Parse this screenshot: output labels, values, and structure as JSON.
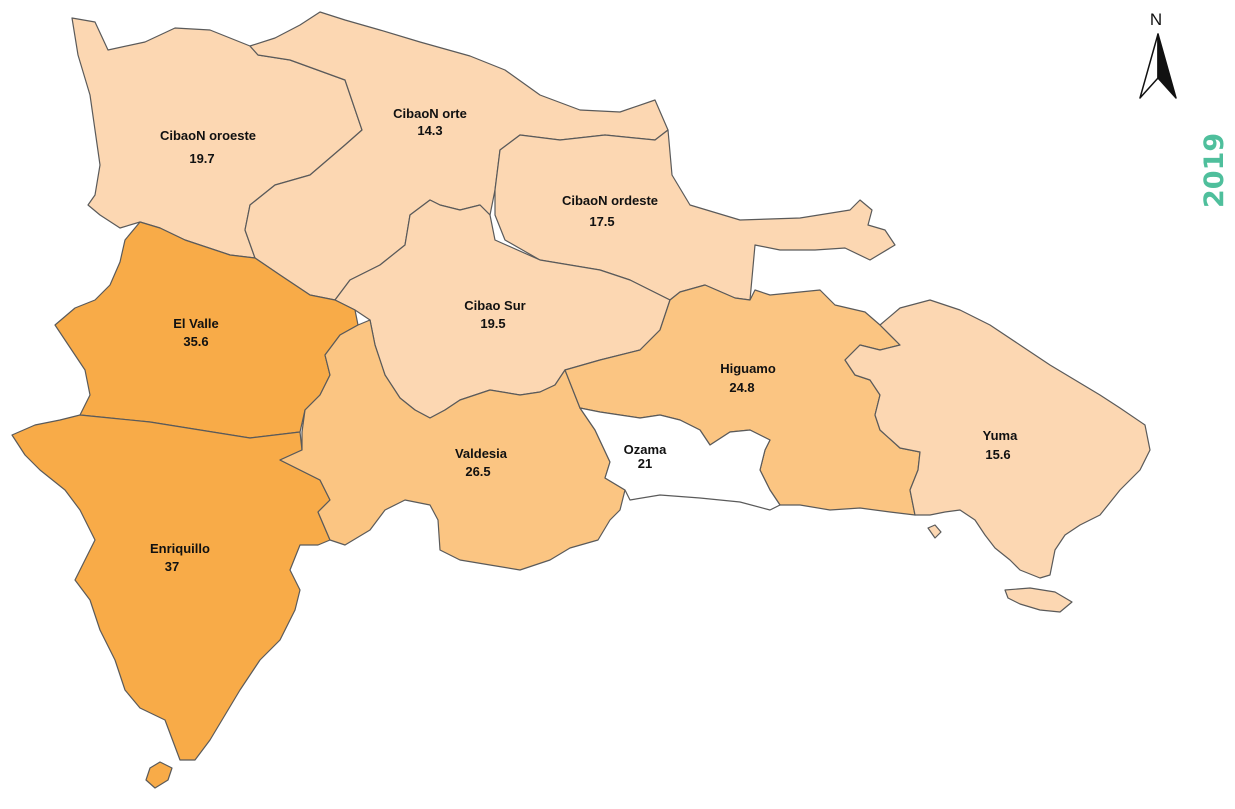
{
  "year": "2019",
  "year_color": "#4fbf9c",
  "north_arrow": {
    "label": "N",
    "icon": "north-arrow-icon"
  },
  "colors": {
    "light": "#fcd7b2",
    "medium": "#fbc582",
    "dark": "#f8ab48",
    "none": "#ffffff",
    "border": "#5a5a5a"
  },
  "regions": [
    {
      "id": "cibao-noroeste",
      "name": "CibaoN oroeste",
      "value": "19.7",
      "fill": "light"
    },
    {
      "id": "cibao-norte",
      "name": "CibaoN orte",
      "value": "14.3",
      "fill": "light"
    },
    {
      "id": "cibao-nordeste",
      "name": "CibaoN ordeste",
      "value": "17.5",
      "fill": "light"
    },
    {
      "id": "cibao-sur",
      "name": "Cibao Sur",
      "value": "19.5",
      "fill": "light"
    },
    {
      "id": "el-valle",
      "name": "El Valle",
      "value": "35.6",
      "fill": "dark"
    },
    {
      "id": "enriquillo",
      "name": "Enriquillo",
      "value": "37",
      "fill": "dark"
    },
    {
      "id": "valdesia",
      "name": "Valdesia",
      "value": "26.5",
      "fill": "medium"
    },
    {
      "id": "higuamo",
      "name": "Higuamo",
      "value": "24.8",
      "fill": "medium"
    },
    {
      "id": "ozama",
      "name": "Ozama",
      "value": "21",
      "fill": "none"
    },
    {
      "id": "yuma",
      "name": "Yuma",
      "value": "15.6",
      "fill": "light"
    }
  ]
}
